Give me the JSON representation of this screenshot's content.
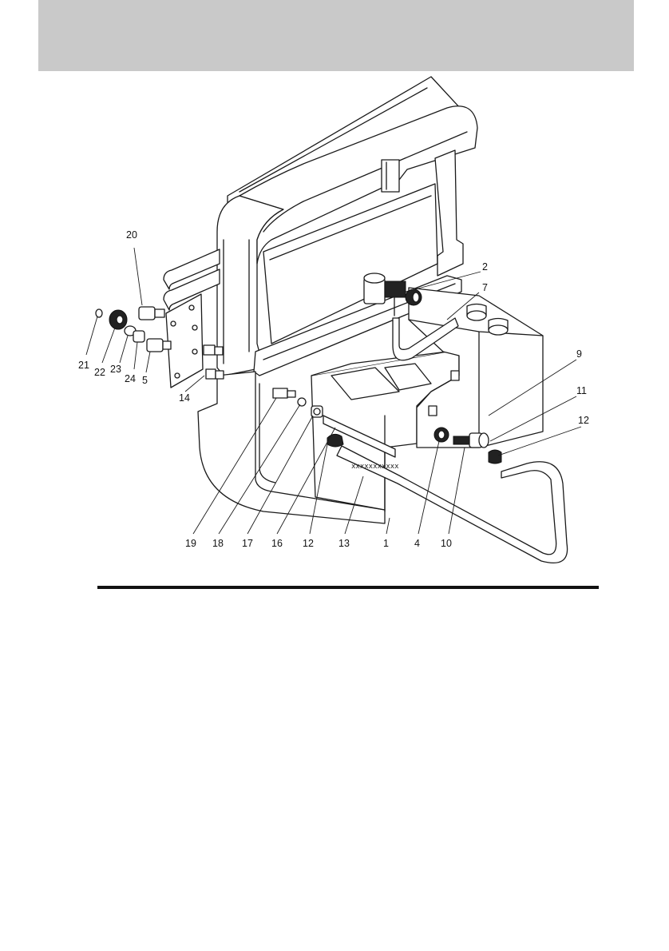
{
  "colors": {
    "header_band": "#c9c9c9",
    "rule": "#111111",
    "line": "#1a1a1a"
  },
  "diagram": {
    "callouts": {
      "c20": "20",
      "c2": "2",
      "c7": "7",
      "c9": "9",
      "c11": "11",
      "c12a": "12",
      "c21": "21",
      "c22": "22",
      "c23": "23",
      "c24": "24",
      "c5": "5",
      "c14": "14",
      "c19": "19",
      "c18": "18",
      "c17": "17",
      "c16": "16",
      "c12b": "12",
      "c13": "13",
      "c1": "1",
      "c4": "4",
      "c10": "10"
    }
  }
}
